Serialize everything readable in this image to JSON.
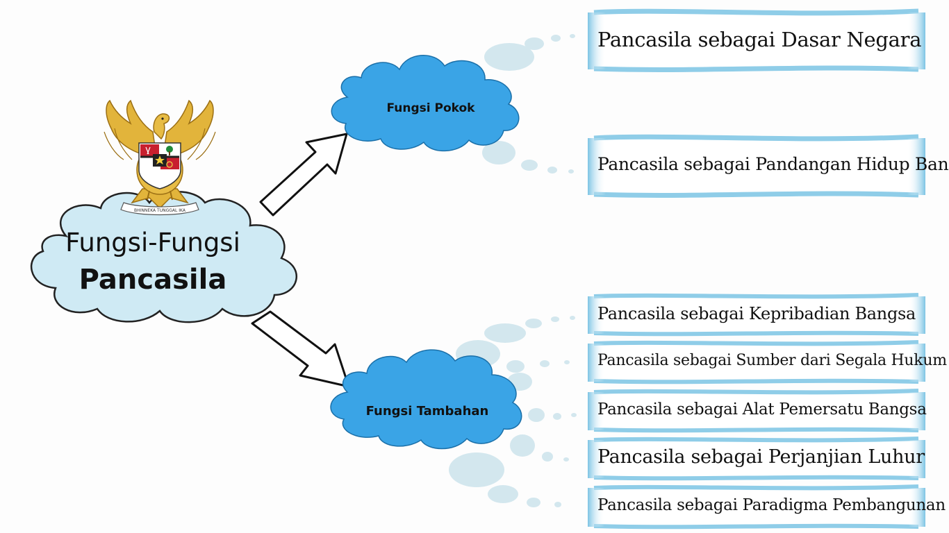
{
  "main": {
    "title_line1": "Fungsi-Fungsi",
    "title_line2": "Pancasila",
    "emblem_motto": "BHINNEKA TUNGGAL IKA"
  },
  "branches": [
    {
      "label": "Fungsi Pokok",
      "items": [
        "Pancasila sebagai Dasar Negara",
        "Pancasila sebagai Pandangan Hidup Bangsa"
      ]
    },
    {
      "label": "Fungsi Tambahan",
      "items": [
        "Pancasila sebagai Kepribadian Bangsa",
        "Pancasila sebagai Sumber dari Segala Hukum",
        "Pancasila sebagai Alat Pemersatu Bangsa",
        "Pancasila sebagai Perjanjian Luhur",
        "Pancasila sebagai Paradigma Pembangunan"
      ]
    }
  ],
  "colors": {
    "main_cloud": "#cfeaf4",
    "branch_cloud": "#3aa4e6",
    "banner_border": "#8fcde8",
    "bubble": "#d3e7ee",
    "emblem_gold": "#e2b43b"
  }
}
